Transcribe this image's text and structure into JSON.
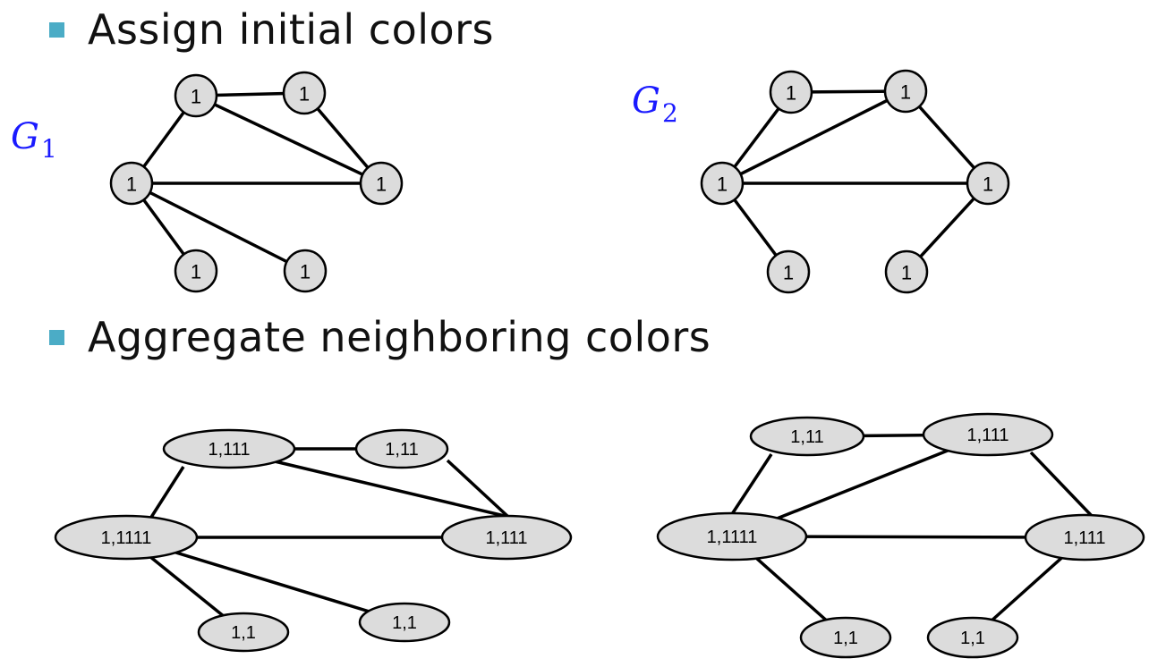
{
  "bullets": {
    "step1": "Assign initial colors",
    "step2": "Aggregate neighboring colors"
  },
  "labels": {
    "g1_letter": "G",
    "g1_sub": "1",
    "g2_letter": "G",
    "g2_sub": "2"
  },
  "colors": {
    "bullet": "#4bacc6",
    "graph_label": "#1a1aff",
    "node_fill": "#dcdcdc"
  },
  "graphs": {
    "g1_initial": {
      "nodes": [
        "1",
        "1",
        "1",
        "1",
        "1",
        "1"
      ],
      "edges": [
        [
          0,
          1
        ],
        [
          0,
          2
        ],
        [
          0,
          3
        ],
        [
          1,
          3
        ],
        [
          2,
          3
        ],
        [
          2,
          4
        ],
        [
          2,
          5
        ]
      ]
    },
    "g2_initial": {
      "nodes": [
        "1",
        "1",
        "1",
        "1",
        "1",
        "1"
      ],
      "edges": [
        [
          0,
          1
        ],
        [
          0,
          2
        ],
        [
          1,
          2
        ],
        [
          1,
          3
        ],
        [
          2,
          3
        ],
        [
          2,
          4
        ],
        [
          3,
          5
        ]
      ]
    },
    "g1_aggregated": {
      "nodes": [
        "1,111",
        "1,11",
        "1,1111",
        "1,111",
        "1,1",
        "1,1"
      ],
      "edges": [
        [
          0,
          1
        ],
        [
          0,
          2
        ],
        [
          0,
          3
        ],
        [
          1,
          3
        ],
        [
          2,
          3
        ],
        [
          2,
          4
        ],
        [
          2,
          5
        ]
      ]
    },
    "g2_aggregated": {
      "nodes": [
        "1,11",
        "1,111",
        "1,1111",
        "1,111",
        "1,1",
        "1,1"
      ],
      "edges": [
        [
          0,
          1
        ],
        [
          0,
          2
        ],
        [
          1,
          2
        ],
        [
          1,
          3
        ],
        [
          2,
          3
        ],
        [
          2,
          4
        ],
        [
          3,
          5
        ]
      ]
    }
  }
}
